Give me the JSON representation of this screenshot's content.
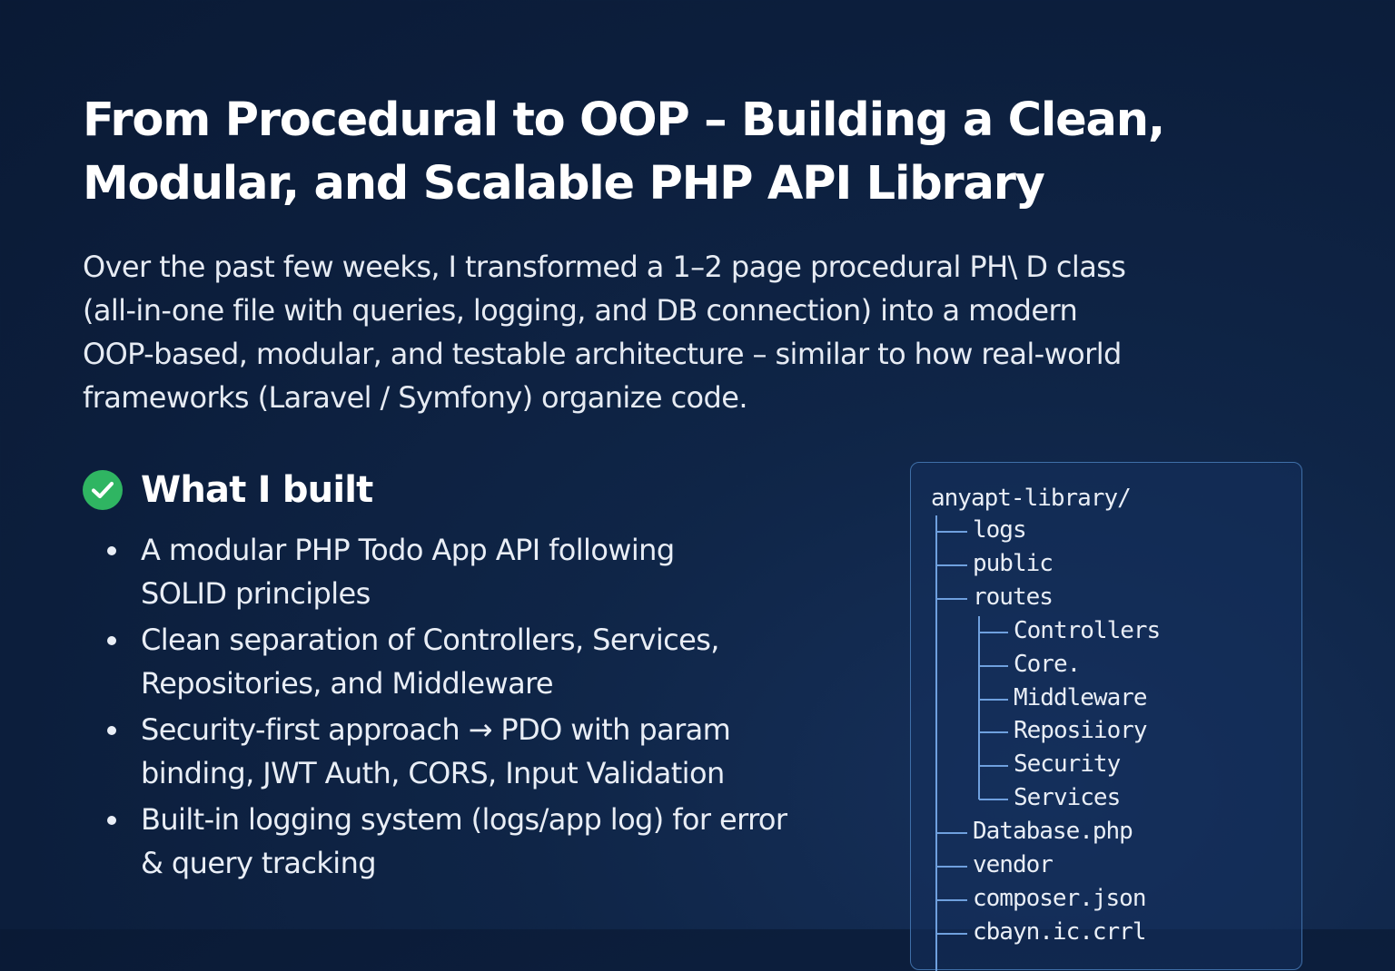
{
  "header": {
    "title_lines": [
      "From Procedural to OOP – Building a Clean,",
      "Modular, and Scalable PHP API Library"
    ]
  },
  "intro": {
    "lines": [
      "Over the past few weeks, I transformed a 1–2 page procedural PH\\ D class",
      "(all-in-one file with queries, logging, and DB connection) into a modern",
      "OOP-based, modular, and testable architecture – similar to how real-world",
      "frameworks (Laravel / Symfony) organize code."
    ]
  },
  "section": {
    "icon": "check-circle-icon",
    "title": "What I built",
    "bullets": [
      {
        "lines": [
          "A modular PHP Todo App API following",
          "SOLID principles"
        ]
      },
      {
        "lines": [
          "Clean separation of Controllers, Services,",
          "Repositories, and Middleware"
        ]
      },
      {
        "lines": [
          "Security-first approach → PDO with param",
          "binding, JWT Auth, CORS, Input Validation"
        ]
      },
      {
        "lines": [
          "Built-in logging system (logs/app log) for error",
          "& query tracking"
        ]
      }
    ]
  },
  "tree": {
    "root": "anyapt-library/",
    "items": [
      {
        "label": "logs",
        "depth": 1
      },
      {
        "label": "public",
        "depth": 1
      },
      {
        "label": "routes",
        "depth": 1
      },
      {
        "label": "Controllers",
        "depth": 2
      },
      {
        "label": "Core.",
        "depth": 2
      },
      {
        "label": "Middleware",
        "depth": 2
      },
      {
        "label": "Reposiiory",
        "depth": 2
      },
      {
        "label": "Security",
        "depth": 2
      },
      {
        "label": "Services",
        "depth": 2
      },
      {
        "label": "Database.php",
        "depth": 1
      },
      {
        "label": "vendor",
        "depth": 1
      },
      {
        "label": "composer.json",
        "depth": 1
      },
      {
        "label": "cbayn.ic.crrl",
        "depth": 1
      }
    ]
  },
  "colors": {
    "background": "#0c1e3c",
    "accent_green": "#2fb562",
    "tree_line": "#6fa0de",
    "panel_border": "#3f6fa8"
  }
}
